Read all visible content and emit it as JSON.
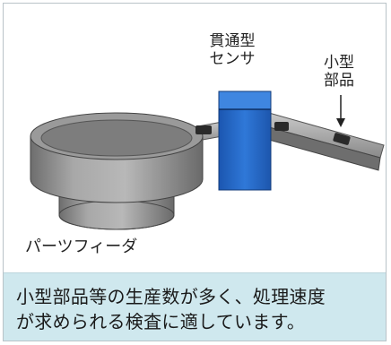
{
  "labels": {
    "sensor_line1": "貫通型",
    "sensor_line2": "センサ",
    "part_line1": "小型",
    "part_line2": "部品",
    "feeder": "パーツフィーダ"
  },
  "caption": {
    "line1": "小型部品等の生産数が多く、処理速度",
    "line2": "が求められる検査に適しています。"
  },
  "colors": {
    "sensor_blue": "#1f5fbf",
    "caption_bg": "#cfe8ee",
    "feeder_gray": "#8c8c8c"
  }
}
